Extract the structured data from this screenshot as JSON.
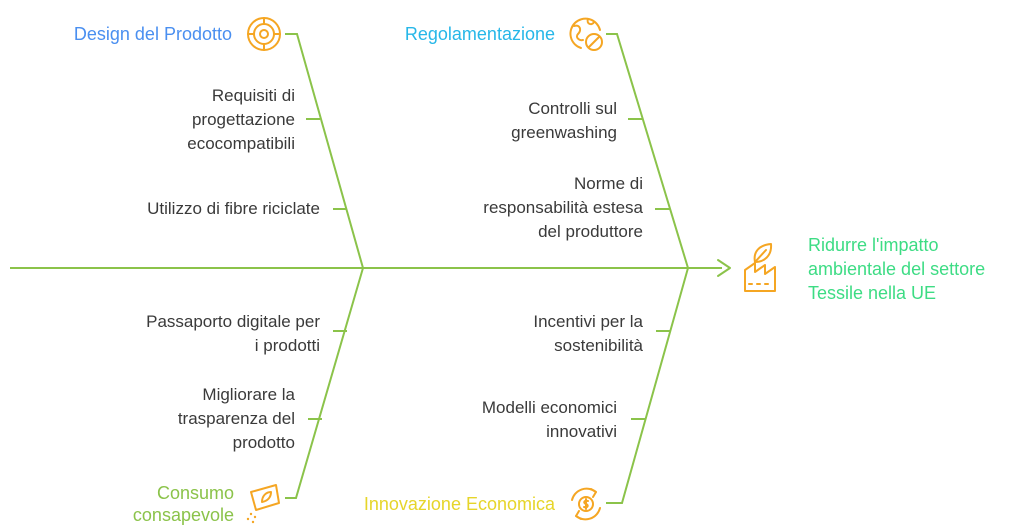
{
  "effect": {
    "label": "Ridurre l'impatto ambientale del settore Tessile nella UE",
    "lines": [
      "Ridurre l'impatto",
      "ambientale del settore",
      "Tessile nella UE"
    ],
    "color": "#3ddc84",
    "icon": "factory-leaf-icon"
  },
  "categories": [
    {
      "id": "design",
      "title": "Design del Prodotto",
      "color": "#4a8ff0",
      "icon": "target-icon",
      "causes": [
        {
          "lines": [
            "Requisiti di",
            "progettazione",
            "ecocompatibili"
          ]
        },
        {
          "lines": [
            "Utilizzo di fibre riciclate"
          ]
        }
      ]
    },
    {
      "id": "regolamentazione",
      "title": "Regolamentazione",
      "color": "#27b7e8",
      "icon": "globe-ban-icon",
      "causes": [
        {
          "lines": [
            "Controlli sul",
            "greenwashing"
          ]
        },
        {
          "lines": [
            "Norme di",
            "responsabilità estesa",
            "del produttore"
          ]
        }
      ]
    },
    {
      "id": "consumo",
      "title": "Consumo consapevole",
      "title_lines": [
        "Consumo",
        "consapevole"
      ],
      "color": "#8bc34a",
      "icon": "seed-packet-icon",
      "causes": [
        {
          "lines": [
            "Passaporto digitale per",
            "i prodotti"
          ]
        },
        {
          "lines": [
            "Migliorare la",
            "trasparenza del",
            "prodotto"
          ]
        }
      ]
    },
    {
      "id": "innovazione",
      "title": "Innovazione Economica",
      "color": "#e6d52a",
      "icon": "recycle-money-icon",
      "causes": [
        {
          "lines": [
            "Incentivi per la",
            "sostenibilità"
          ]
        },
        {
          "lines": [
            "Modelli economici",
            "innovativi"
          ]
        }
      ]
    }
  ],
  "colors": {
    "spine": "#8bc34a",
    "icon_orange": "#f5a623",
    "text": "#3a3a3a"
  }
}
